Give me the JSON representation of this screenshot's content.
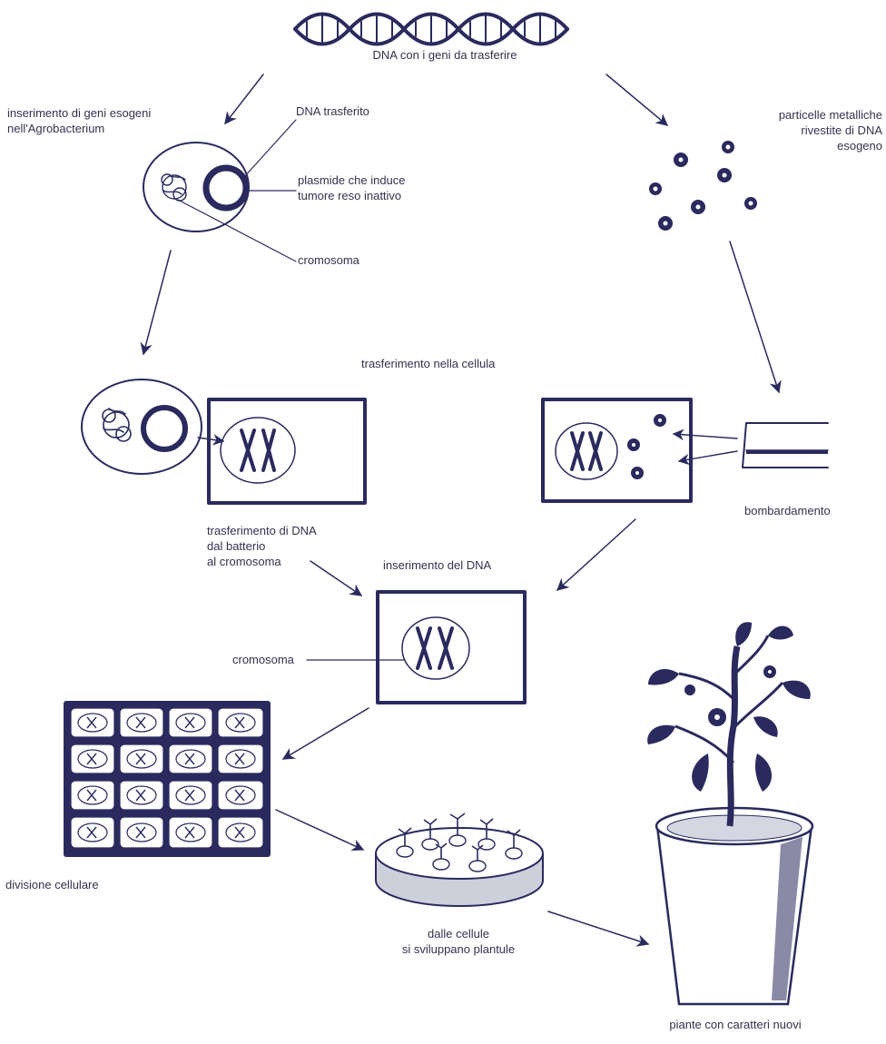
{
  "labels": {
    "dna_source": "DNA con i geni da trasferire",
    "insertion_agro": "inserimento di geni esogeni\nnell'Agrobacterium",
    "dna_transferred": "DNA trasferito",
    "plasmid": "plasmide che induce\ntumore reso inattivo",
    "chromosome_top": "cromosoma",
    "metal_particles": "particelle metalliche\nrivestite di DNA\nesogeno",
    "transfer_cell": "trasferimento nella cellula",
    "bombardment": "bombardamento",
    "transfer_bacterium": "trasferimento di DNA\ndal batterio\nal cromosoma",
    "dna_insertion": "inserimento del DNA",
    "chromosome_mid": "cromosoma",
    "cell_division": "divisione cellulare",
    "plantlets": "dalle cellule\nsi sviluppano plantule",
    "new_plants": "piante con caratteri nuovi"
  },
  "colors": {
    "ink": "#2a2a5e",
    "text": "#33324f",
    "background": "#ffffff"
  }
}
